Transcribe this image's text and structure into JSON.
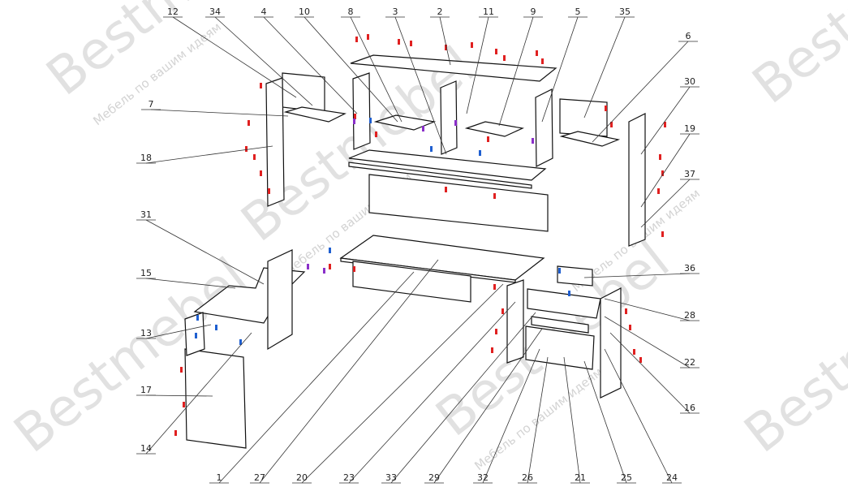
{
  "watermark": {
    "brand": "Bestmebel",
    "slogan": "Мебель по вашим идеям"
  },
  "callouts": {
    "top": [
      "12",
      "34",
      "4",
      "10",
      "8",
      "3",
      "2",
      "11",
      "9",
      "5",
      "35"
    ],
    "right": [
      "6",
      "30",
      "19",
      "37",
      "36",
      "28",
      "22",
      "16"
    ],
    "left": [
      "7",
      "18",
      "31",
      "15",
      "13",
      "17",
      "14"
    ],
    "bottom": [
      "1",
      "27",
      "20",
      "23",
      "33",
      "29",
      "32",
      "26",
      "21",
      "25",
      "24"
    ]
  },
  "parts": [
    "1",
    "2",
    "3",
    "4",
    "5",
    "6",
    "7",
    "8",
    "9",
    "10",
    "11",
    "12",
    "13",
    "14",
    "15",
    "16",
    "17",
    "18",
    "19",
    "20",
    "21",
    "22",
    "23",
    "24",
    "25",
    "26",
    "27",
    "28",
    "29",
    "30",
    "31",
    "32",
    "33",
    "34",
    "35",
    "36",
    "37"
  ]
}
